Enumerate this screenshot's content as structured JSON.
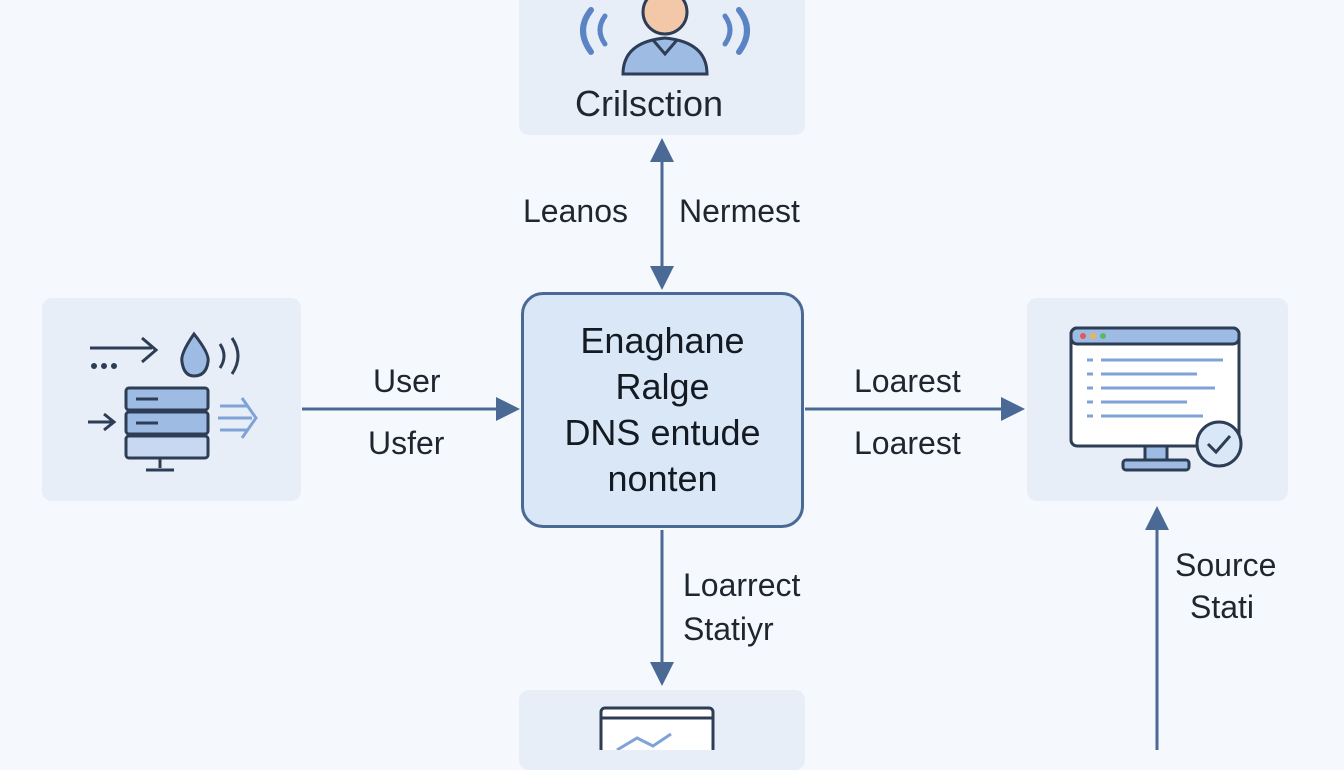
{
  "nodes": {
    "top": {
      "label": "Crilsction",
      "icon": "user-broadcast-icon"
    },
    "left": {
      "icon": "server-network-icon"
    },
    "center": {
      "lines": [
        "Enaghane",
        "Ralge",
        "DNS entude",
        "nonten"
      ]
    },
    "right": {
      "icon": "monitor-check-icon"
    },
    "bottom": {
      "icon": "browser-chart-icon"
    }
  },
  "edges": {
    "top_left_label": "Leanos",
    "top_right_label": "Nermest",
    "left_label_1": "User",
    "left_label_2": "Usfer",
    "right_label_1": "Loarest",
    "right_label_2": "Loarest",
    "bottom_label_1": "Loarrect",
    "bottom_label_2": "Statiyr",
    "far_right_label_1": "Source",
    "far_right_label_2": "Stati"
  },
  "colors": {
    "background": "#f5f8fc",
    "node_fill": "#e8eef8",
    "center_fill": "#d9e7f7",
    "stroke": "#4a6a95",
    "icon_blue": "#5b84c4"
  }
}
